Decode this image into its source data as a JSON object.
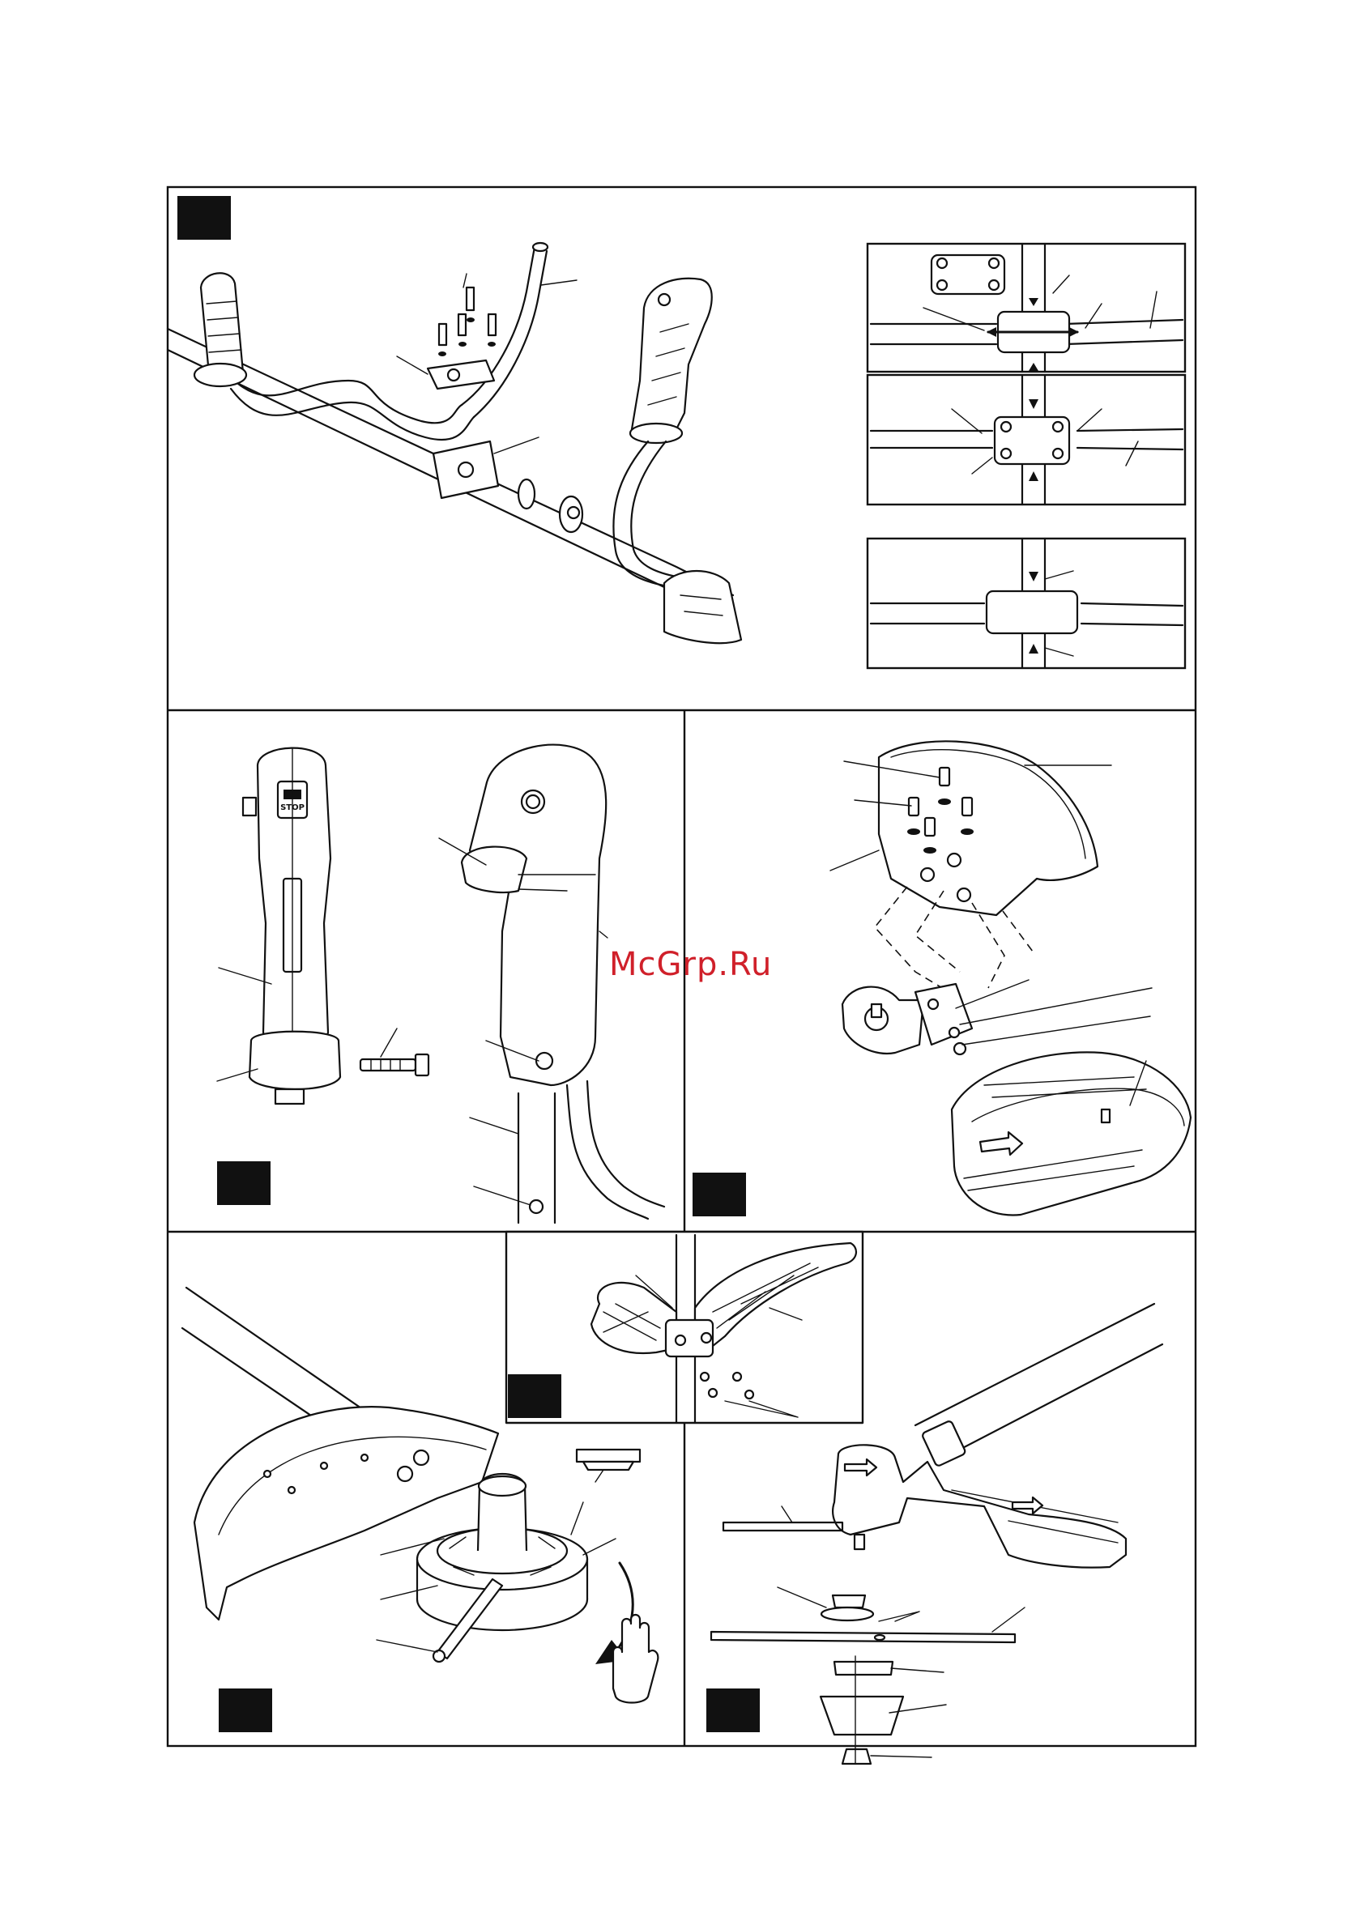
{
  "watermark": "McGrp.Ru",
  "stop_switch_label": "STOP",
  "colors": {
    "line": "#111111",
    "watermark": "#d0202a",
    "background": "#ffffff"
  },
  "panels": [
    {
      "id": "handlebar-assembly",
      "badge": ""
    },
    {
      "id": "handle-mounting",
      "badge": ""
    },
    {
      "id": "guard-mounting",
      "badge": ""
    },
    {
      "id": "loop-handle",
      "badge": ""
    },
    {
      "id": "trimmer-head-removal",
      "badge": ""
    },
    {
      "id": "blade-mounting",
      "badge": ""
    }
  ],
  "icons": [
    "hand-icon",
    "rotation-arrow-icon",
    "direction-arrow-icon"
  ]
}
